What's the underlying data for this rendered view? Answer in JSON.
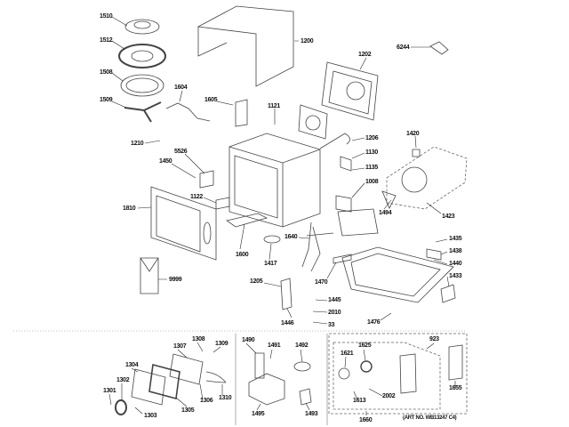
{
  "diagram": {
    "labels": {
      "p1510": "1510",
      "p1512": "1512",
      "p1508": "1508",
      "p1509": "1509",
      "p1604": "1604",
      "p1605": "1605",
      "p1121": "1121",
      "p1200": "1200",
      "p1202": "1202",
      "p6244": "6244",
      "p1210": "1210",
      "p5526": "5526",
      "p1450": "1450",
      "p1122": "1122",
      "p1810": "1810",
      "p1206": "1206",
      "p1130": "1130",
      "p1135": "1135",
      "p1008": "1008",
      "p1420": "1420",
      "p1494": "1494",
      "p1423": "1423",
      "p1435": "1435",
      "p1438": "1438",
      "p1440": "1440",
      "p1433": "1433",
      "p1600": "1600",
      "p1417": "1417",
      "p1640": "1640",
      "p1470": "1470",
      "p9999": "9999",
      "p1205": "1205",
      "p1445": "1445",
      "p2010": "2010",
      "p1446": "1446",
      "p33": "33",
      "p1476": "1476",
      "p1308": "1308",
      "p1309": "1309",
      "p1307": "1307",
      "p1304": "1304",
      "p1302": "1302",
      "p1301": "1301",
      "p1303": "1303",
      "p1305": "1305",
      "p1306": "1306",
      "p1310": "1310",
      "p1490": "1490",
      "p1491": "1491",
      "p1492": "1492",
      "p1495": "1495",
      "p1493": "1493",
      "p923": "923",
      "p1621": "1621",
      "p1625": "1625",
      "p2002": "2002",
      "p1613": "1613",
      "p1655": "1655",
      "p1660": "1660"
    },
    "art_number": "(ART NO. WB13247 C4)"
  }
}
